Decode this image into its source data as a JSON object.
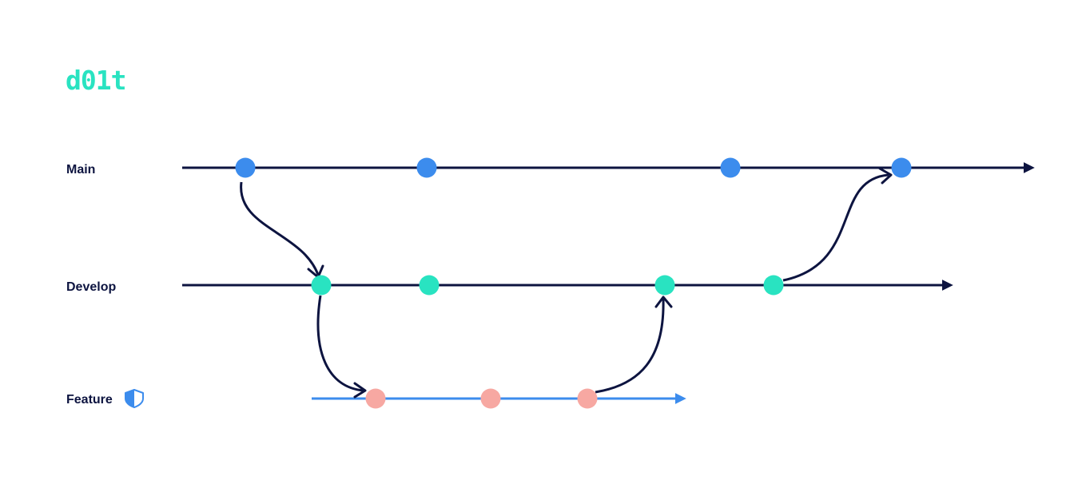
{
  "logo": {
    "text": "d01t",
    "color": "#29e3c1"
  },
  "colors": {
    "line": "#0d1440",
    "main_commit": "#3c8ced",
    "develop_commit": "#29e3c1",
    "feature_commit": "#f7a8a2",
    "feature_line": "#3c8ced",
    "shield": "#3c8ced"
  },
  "branches": [
    {
      "id": "main",
      "label": "Main",
      "commits": 4
    },
    {
      "id": "develop",
      "label": "Develop",
      "commits": 4
    },
    {
      "id": "feature",
      "label": "Feature",
      "commits": 3,
      "icon": "shield-icon"
    }
  ]
}
